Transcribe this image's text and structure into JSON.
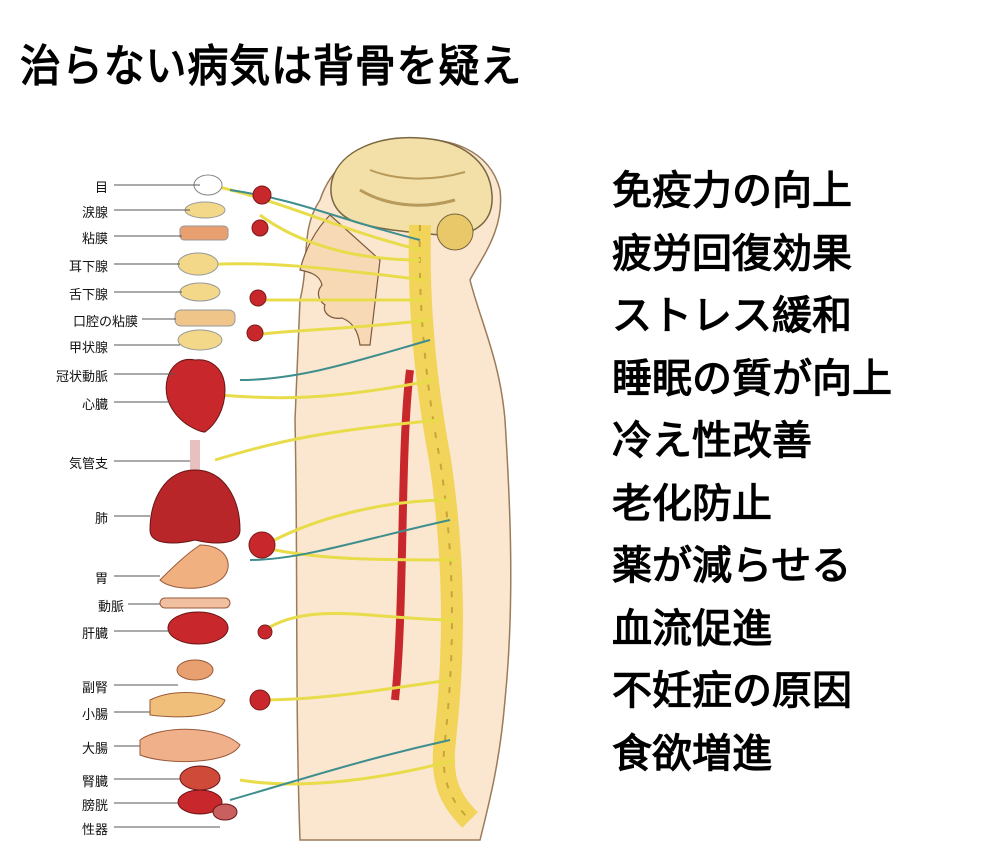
{
  "title": "治らない病気は背骨を疑え",
  "organ_labels": [
    {
      "text": "目"
    },
    {
      "text": "涙腺"
    },
    {
      "text": "粘膜"
    },
    {
      "text": "耳下腺"
    },
    {
      "text": "舌下腺"
    },
    {
      "text": "口腔の粘膜"
    },
    {
      "text": "甲状腺"
    },
    {
      "text": "冠状動脈"
    },
    {
      "text": "心臓"
    },
    {
      "text": "気管支"
    },
    {
      "text": "肺"
    },
    {
      "text": "胃"
    },
    {
      "text": "動脈"
    },
    {
      "text": "肝臓"
    },
    {
      "text": "副腎"
    },
    {
      "text": "小腸"
    },
    {
      "text": "大腸"
    },
    {
      "text": "腎臓"
    },
    {
      "text": "膀胱"
    },
    {
      "text": "性器"
    }
  ],
  "benefits": [
    "免疫力の向上",
    "疲労回復効果",
    "ストレス緩和",
    "睡眠の質が向上",
    "冷え性改善",
    "老化防止",
    "薬が減らせる",
    "血流促進",
    "不妊症の原因",
    "食欲増進"
  ],
  "colors": {
    "nerve": "#e8dc4a",
    "nerve_teal": "#3f8e8e",
    "spine": "#f2d45a",
    "organ_red": "#c8282c",
    "skin": "#f7d9b6",
    "brain": "#f3e0a8"
  }
}
